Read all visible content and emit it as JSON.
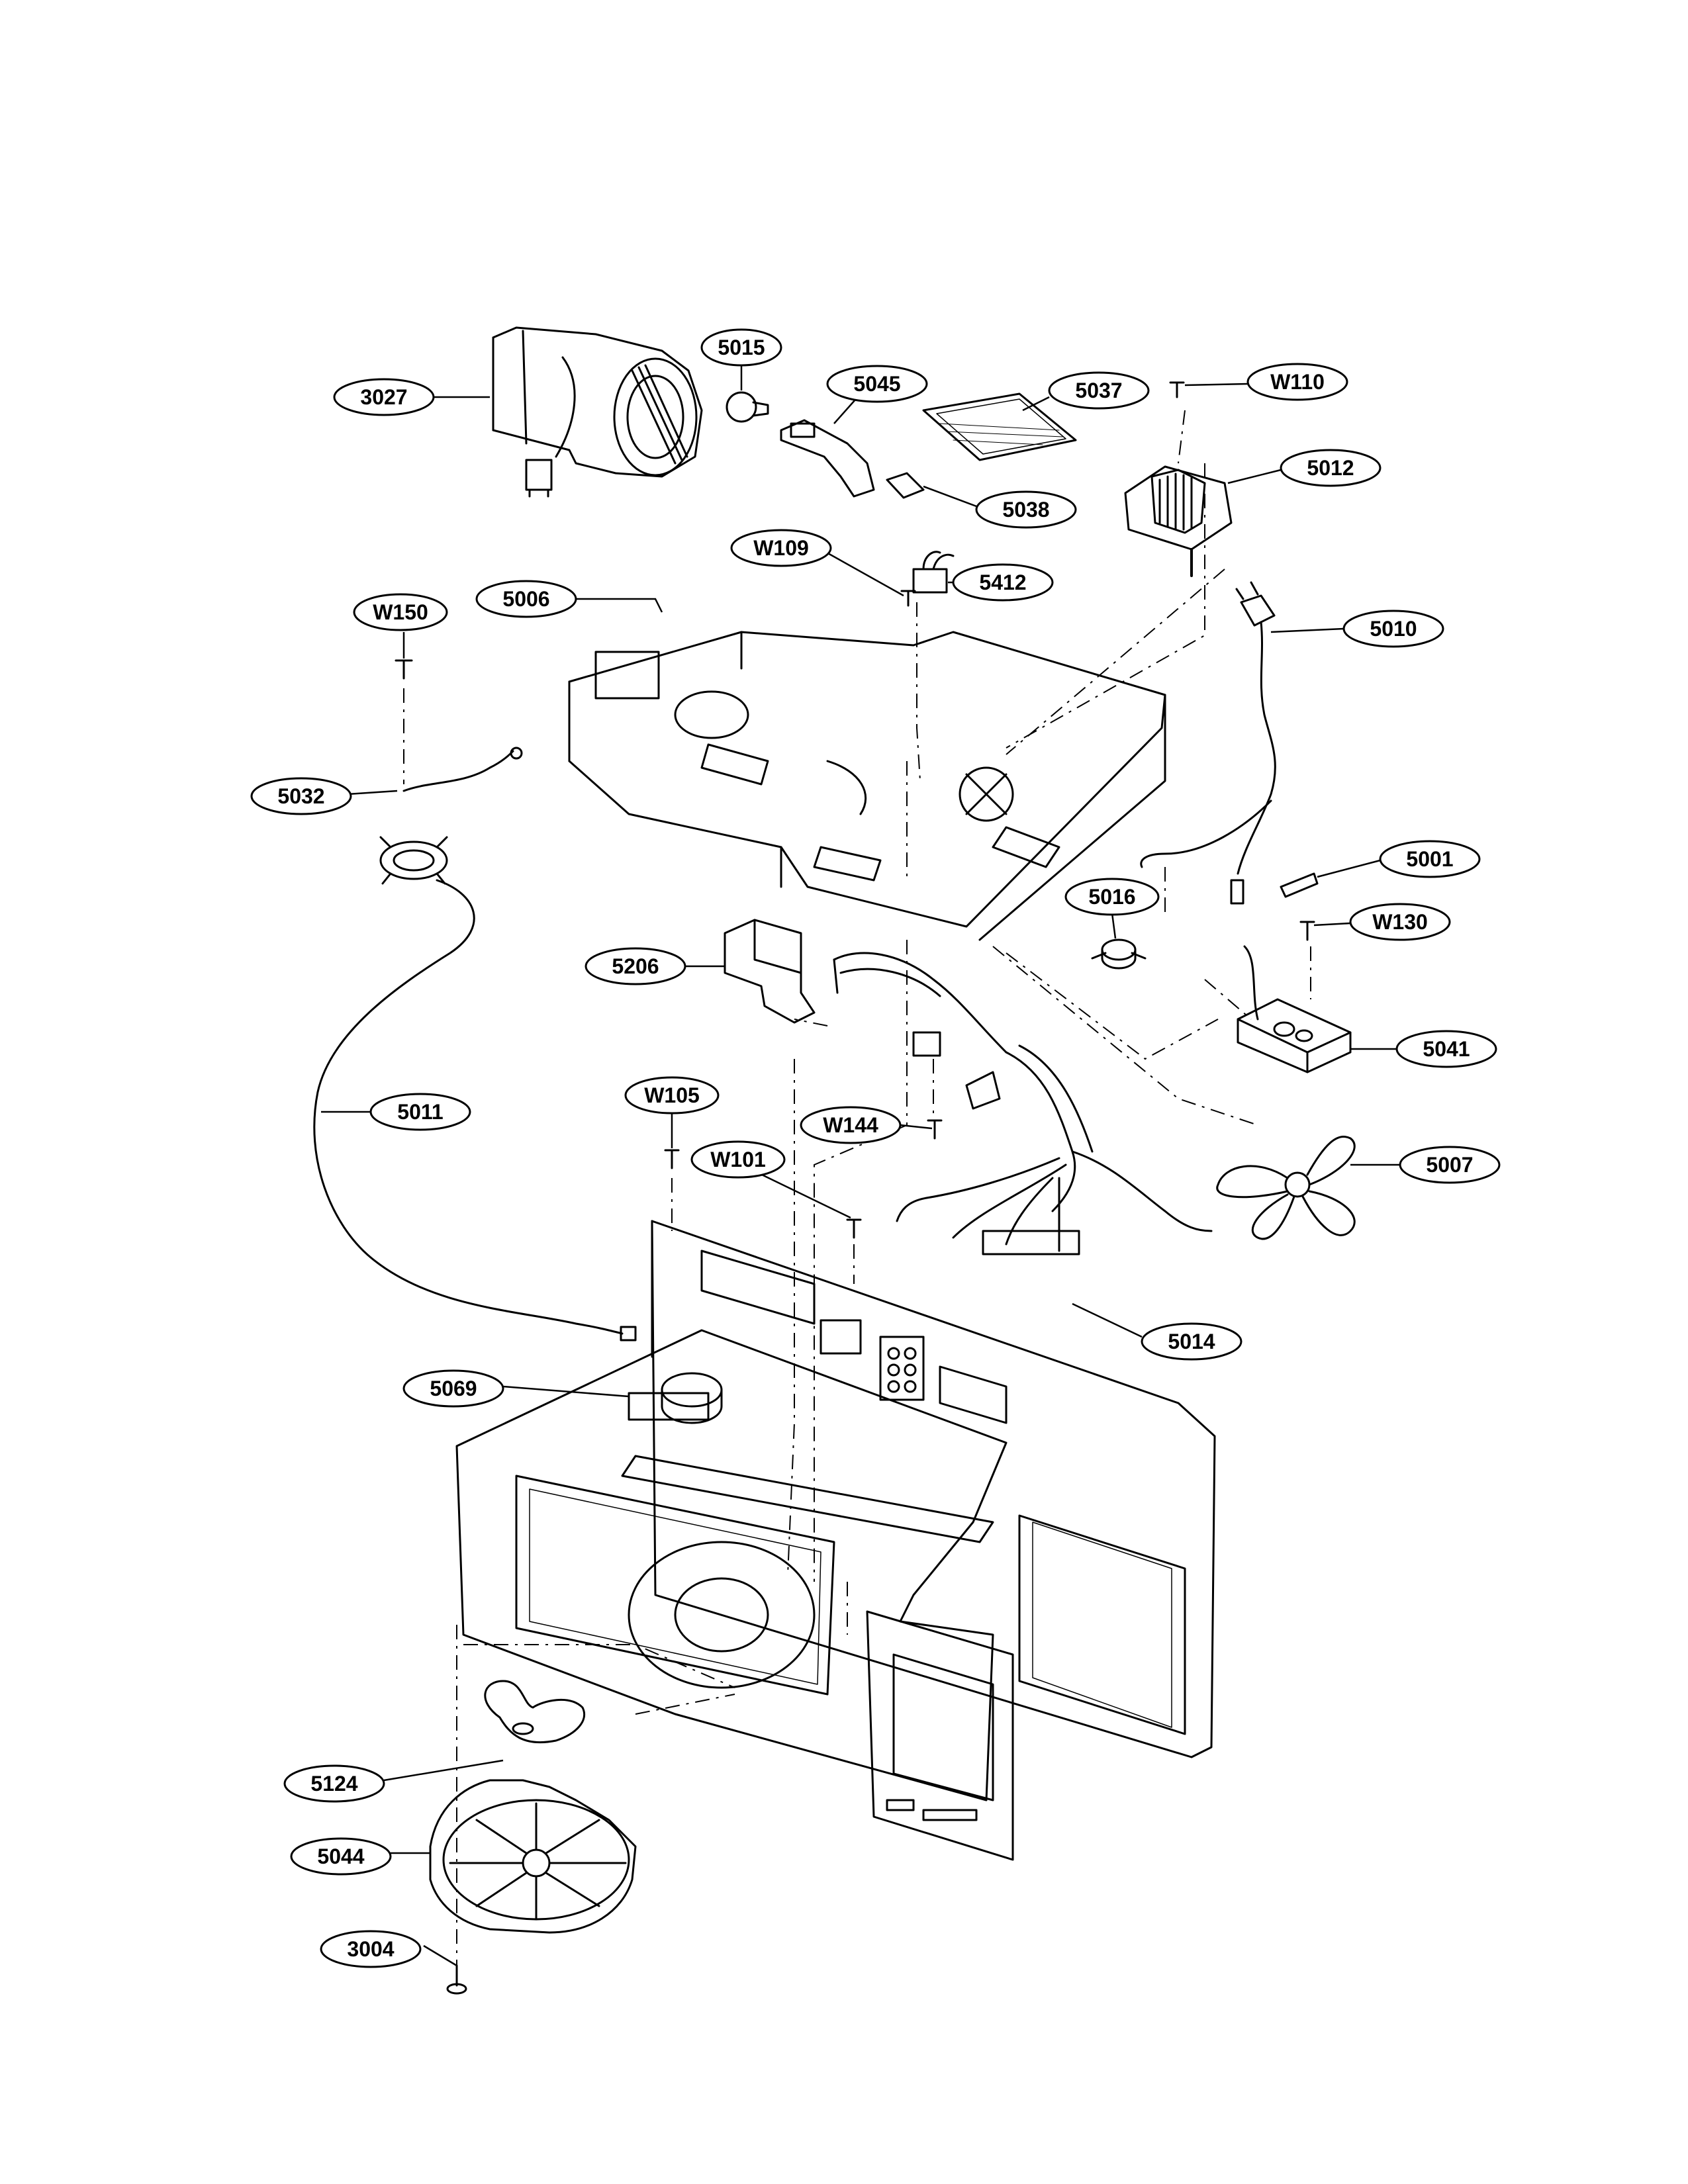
{
  "diagram": {
    "callouts": [
      {
        "id": "3027",
        "label": "3027"
      },
      {
        "id": "5015",
        "label": "5015"
      },
      {
        "id": "5045",
        "label": "5045"
      },
      {
        "id": "5037",
        "label": "5037"
      },
      {
        "id": "W110",
        "label": "W110"
      },
      {
        "id": "5012",
        "label": "5012"
      },
      {
        "id": "5038",
        "label": "5038"
      },
      {
        "id": "W109",
        "label": "W109"
      },
      {
        "id": "5412",
        "label": "5412"
      },
      {
        "id": "5006",
        "label": "5006"
      },
      {
        "id": "W150",
        "label": "W150"
      },
      {
        "id": "5010",
        "label": "5010"
      },
      {
        "id": "5032",
        "label": "5032"
      },
      {
        "id": "5001",
        "label": "5001"
      },
      {
        "id": "5016",
        "label": "5016"
      },
      {
        "id": "W130",
        "label": "W130"
      },
      {
        "id": "5206",
        "label": "5206"
      },
      {
        "id": "5041",
        "label": "5041"
      },
      {
        "id": "W105",
        "label": "W105"
      },
      {
        "id": "5011",
        "label": "5011"
      },
      {
        "id": "W144",
        "label": "W144"
      },
      {
        "id": "W101",
        "label": "W101"
      },
      {
        "id": "5007",
        "label": "5007"
      },
      {
        "id": "5014",
        "label": "5014"
      },
      {
        "id": "5069",
        "label": "5069"
      },
      {
        "id": "5124",
        "label": "5124"
      },
      {
        "id": "5044",
        "label": "5044"
      },
      {
        "id": "3004",
        "label": "3004"
      }
    ]
  }
}
